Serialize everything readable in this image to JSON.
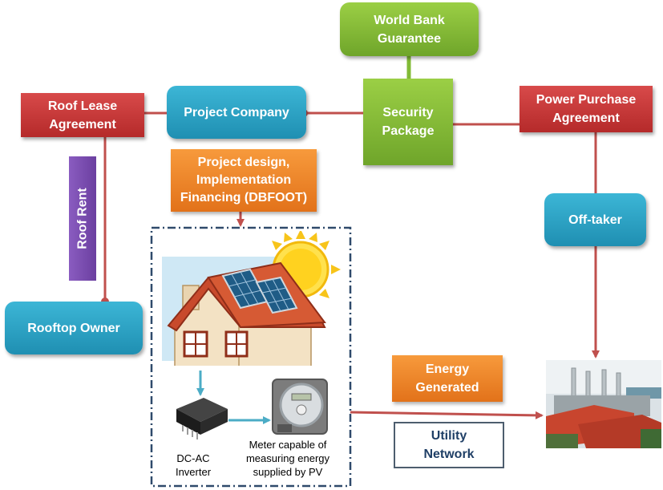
{
  "nodes": {
    "world_bank": [
      "World Bank",
      "Guarantee"
    ],
    "project_company": "Project Company",
    "roof_lease": [
      "Roof Lease",
      "Agreement"
    ],
    "security_package": [
      "Security",
      "Package"
    ],
    "ppa": [
      "Power Purchase",
      "Agreement"
    ],
    "project_design": [
      "Project design,",
      "Implementation",
      "Financing (DBFOOT)"
    ],
    "roof_rent": "Roof Rent",
    "off_taker": "Off-taker",
    "rooftop_owner": "Rooftop Owner",
    "energy_generated": [
      "Energy",
      "Generated"
    ],
    "utility_network": [
      "Utility",
      "Network"
    ],
    "dc_ac_inverter": [
      "DC-AC",
      "Inverter"
    ],
    "meter": [
      "Meter capable of",
      "measuring energy",
      "supplied by PV"
    ]
  },
  "colors": {
    "teal": "#2a9fc4",
    "red": "#c23636",
    "green": "#82bb36",
    "orange": "#ee842a",
    "purple": "#7a4db0",
    "connector": "#c0504d",
    "arrow_teal": "#4bacc6",
    "dashed_border": "#2f4a6b"
  }
}
